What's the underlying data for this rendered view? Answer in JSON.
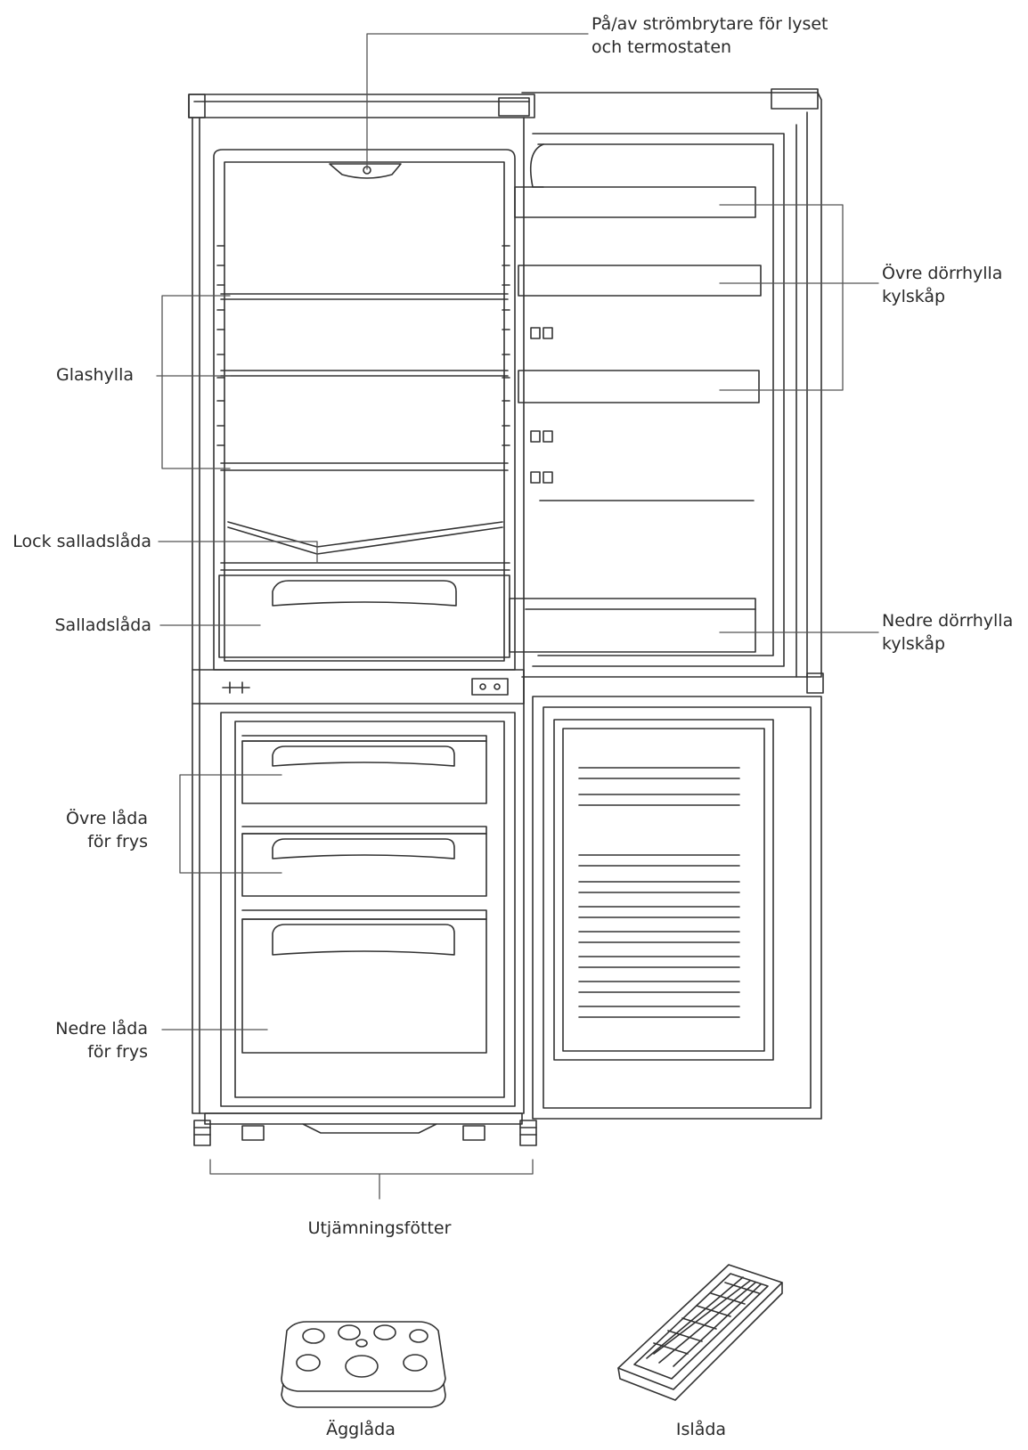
{
  "labels": {
    "switch": {
      "line1": "På/av strömbrytare för lyset",
      "line2": "och termostaten"
    },
    "upper_door_shelf": {
      "line1": "Övre dörrhylla",
      "line2": "kylskåp"
    },
    "glass_shelf": "Glashylla",
    "crisper_lid": "Lock salladslåda",
    "crisper": "Salladslåda",
    "lower_door_shelf": {
      "line1": "Nedre dörrhylla",
      "line2": "kylskåp"
    },
    "upper_freezer_drawer": {
      "line1": "Övre låda",
      "line2": "för frys"
    },
    "lower_freezer_drawer": {
      "line1": "Nedre låda",
      "line2": "för frys"
    },
    "leveling_feet": "Utjämningsfötter",
    "egg_tray": "Ägglåda",
    "ice_tray": "Islåda"
  }
}
